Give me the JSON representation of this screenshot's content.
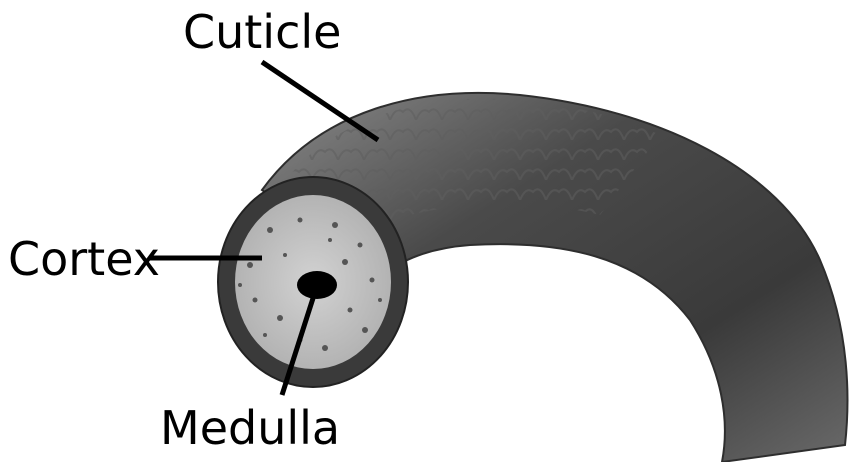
{
  "labels": {
    "cuticle": "Cuticle",
    "cortex": "Cortex",
    "medulla": "Medulla"
  },
  "colors": {
    "hair_shaft": "#4a4a4a",
    "cuticle_ring": "#3a3a3a",
    "cortex_fill": "#c6c6c6",
    "medulla_core": "#000000",
    "leader_line": "#000000",
    "text": "#000000"
  }
}
